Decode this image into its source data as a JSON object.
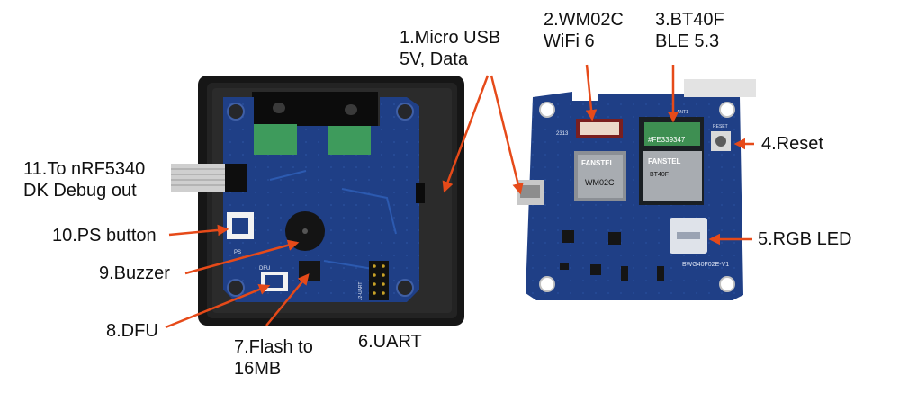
{
  "labels": {
    "micro_usb": [
      "1.Micro USB",
      "5V, Data"
    ],
    "wifi_module": [
      "2.WM02C",
      "WiFi 6"
    ],
    "ble_module": [
      "3.BT40F",
      "BLE 5.3"
    ],
    "reset": [
      "4.Reset"
    ],
    "rgb_led": [
      "5.RGB LED"
    ],
    "uart": [
      "6.UART"
    ],
    "flash": [
      "7.Flash to",
      "16MB"
    ],
    "dfu": [
      "8.DFU"
    ],
    "buzzer": [
      "9.Buzzer"
    ],
    "ps_button": [
      "10.PS button"
    ],
    "debug_out": [
      "11.To nRF5340",
      "DK Debug out"
    ]
  },
  "silkscreen": {
    "wifi_brand": "FANSTEL",
    "wifi_model": "WM02C",
    "ble_brand": "FANSTEL",
    "ble_model": "BT40F",
    "ble_id": "#FE339347",
    "board_name": "BWG40F02E-V1",
    "ant_label": "ANT1",
    "reset_label": "RESET",
    "board_code": "2313",
    "ps_label": "PS",
    "dfu_label": "DFU",
    "uart_label": "J2-UART"
  },
  "colors": {
    "arrow": "#e64a19",
    "pcb": "#1f3f86",
    "case": "#1a1a1a"
  }
}
